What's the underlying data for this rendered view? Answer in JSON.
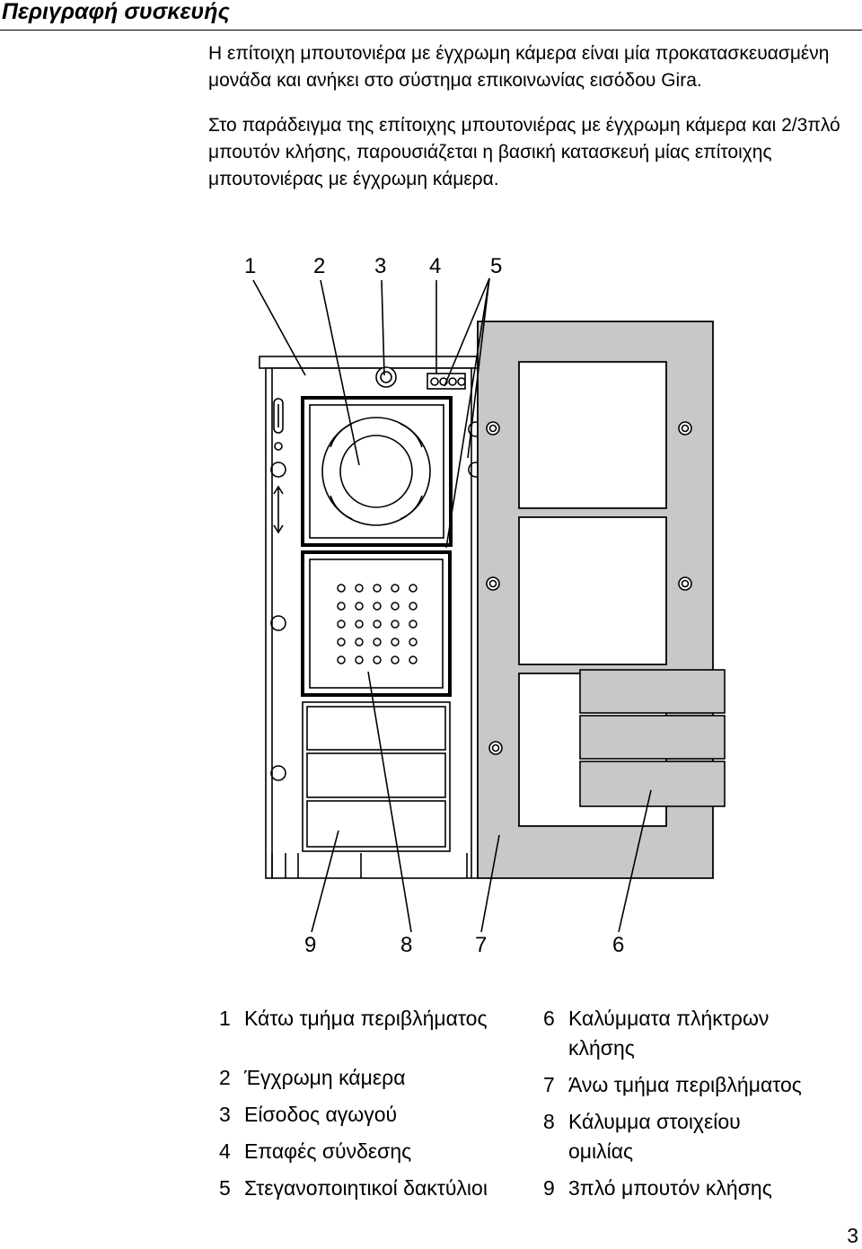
{
  "header": {
    "title": "Περιγραφή συσκευής"
  },
  "intro": {
    "paragraph1": "Η επίτοιχη μπουτονιέρα με έγχρωμη κάμερα είναι μία προκατασκευασμένη μονάδα και ανήκει στο σύστημα επικοινωνίας εισόδου Gira.",
    "paragraph2": "Στο παράδειγμα της επίτοιχης μπουτονιέρας με έγχρωμη κάμερα και 2/3πλό μπουτόν κλήσης, παρουσιάζεται η βασική κατασκευή μίας επίτοιχης μπουτονιέρας με έγχρωμη κάμερα."
  },
  "diagram": {
    "callouts_top": [
      "1",
      "2",
      "3",
      "4",
      "5"
    ],
    "callouts_bottom": [
      "9",
      "8",
      "7",
      "6"
    ]
  },
  "legend": {
    "left": [
      {
        "num": "1",
        "text": "Κάτω τμήμα περιβλήματος"
      },
      {
        "num": "2",
        "text": "Έγχρωμη κάμερα"
      },
      {
        "num": "3",
        "text": "Είσοδος αγωγού"
      },
      {
        "num": "4",
        "text": "Επαφές σύνδεσης"
      },
      {
        "num": "5",
        "text": "Στεγανοποιητικοί δακτύλιοι"
      }
    ],
    "right": [
      {
        "num": "6",
        "text": "Καλύμματα πλήκτρων κλήσης"
      },
      {
        "num": "7",
        "text": "Άνω τμήμα περιβλήματος"
      },
      {
        "num": "8",
        "text": "Κάλυμμα στοιχείου ομιλίας"
      },
      {
        "num": "9",
        "text": "3πλό μπουτόν κλήσης"
      }
    ]
  },
  "footer": {
    "page_number": "3"
  },
  "colors": {
    "frame_gray": "#c8c8c8",
    "line": "#000000",
    "background": "#ffffff"
  }
}
